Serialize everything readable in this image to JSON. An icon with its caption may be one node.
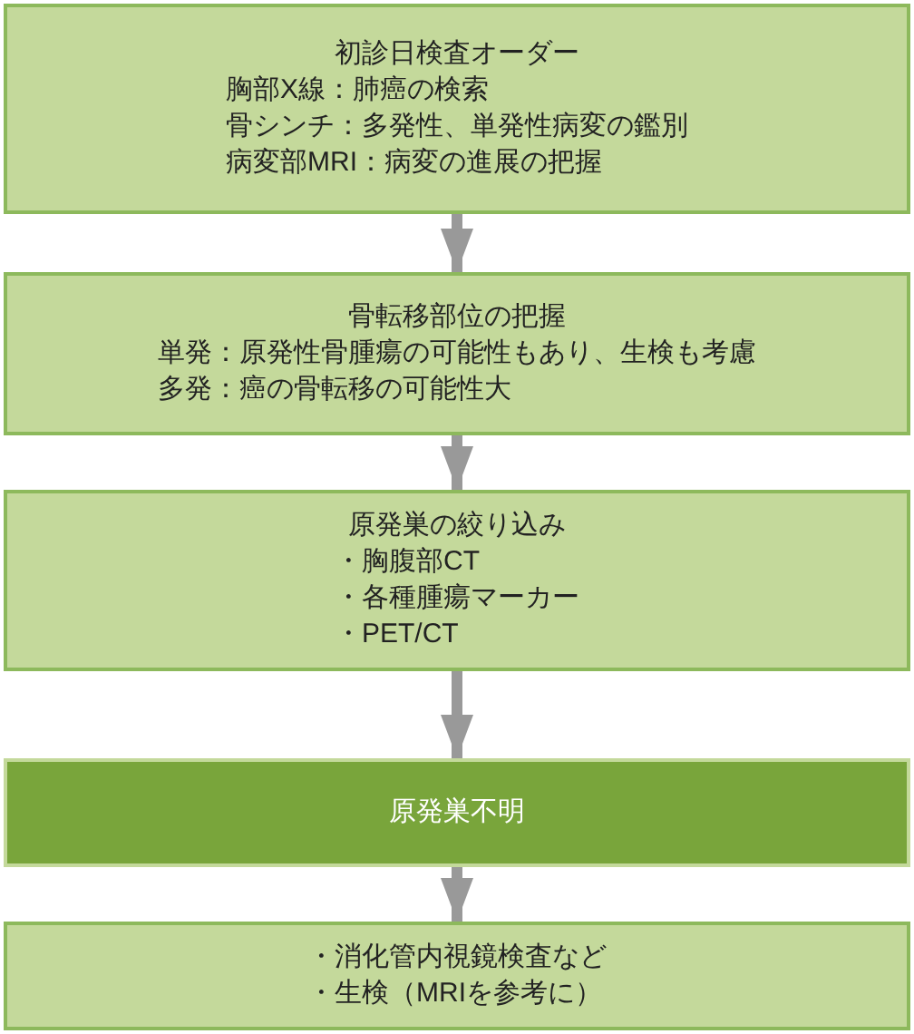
{
  "diagram": {
    "nodes": [
      {
        "text": [
          "初診日検査オーダー",
          "胸部X線：肺癌の検索",
          "骨シンチ：多発性、単発性病変の鑑別",
          "病変部MRI：病変の進展の把握"
        ]
      },
      {
        "text": [
          "骨転移部位の把握",
          "単発：原発性骨腫瘍の可能性もあり、生検も考慮",
          "多発：癌の骨転移の可能性大"
        ]
      },
      {
        "text": [
          "原発巣の絞り込み",
          "・胸腹部CT",
          "・各種腫瘍マーカー",
          "・PET/CT"
        ]
      },
      {
        "text": [
          "原発巣不明"
        ]
      },
      {
        "text": [
          "・消化管内視鏡検査など",
          "・生検（MRIを参考に）"
        ]
      }
    ],
    "edges": [
      {
        "from": 0,
        "to": 1,
        "arrow": "to"
      },
      {
        "from": 1,
        "to": 2,
        "arrow": "to"
      },
      {
        "from": 2,
        "to": 3,
        "arrow": "to"
      },
      {
        "from": 3,
        "to": 4,
        "arrow": "to"
      }
    ]
  }
}
